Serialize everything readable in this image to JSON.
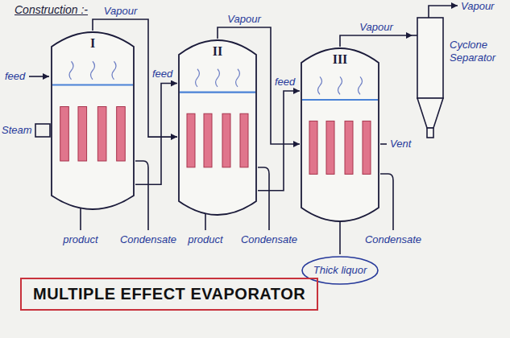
{
  "diagram": {
    "title": "MULTIPLE EFFECT EVAPORATOR",
    "nodes": [
      {
        "text": [
          "I"
        ]
      },
      {
        "text": [
          "II"
        ]
      },
      {
        "text": [
          "III"
        ]
      },
      {
        "text": [
          "Cyclone Separator"
        ]
      }
    ],
    "edges": [
      {
        "from": 0,
        "to": 1,
        "arrow": "to",
        "label": "Vapour"
      },
      {
        "from": 1,
        "to": 2,
        "arrow": "to",
        "label": "Vapour"
      },
      {
        "from": 2,
        "to": 3,
        "arrow": "to",
        "label": "Vapour"
      },
      {
        "from": 0,
        "to": 1,
        "arrow": "to"
      },
      {
        "from": 1,
        "to": 2,
        "arrow": "to"
      }
    ],
    "labels": [
      "Construction :-",
      "feed",
      "Steam",
      "product",
      "Condensate",
      "feed",
      "product",
      "Condensate",
      "feed",
      "Vent",
      "Condensate",
      "Thick liquor",
      "Vapour"
    ]
  }
}
